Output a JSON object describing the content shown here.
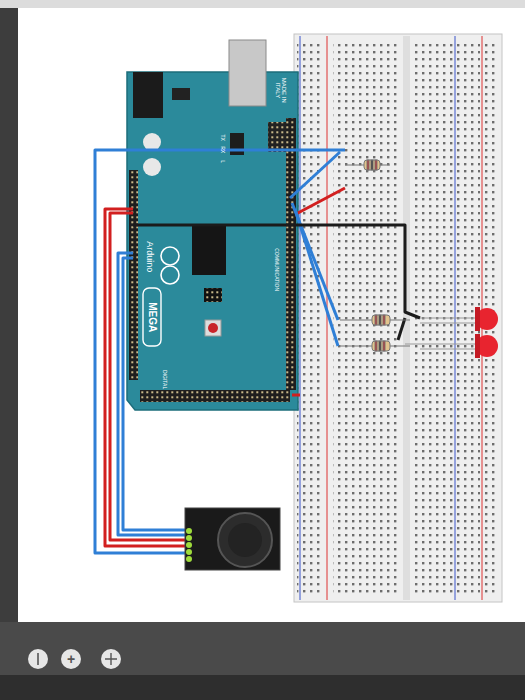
{
  "diagram": {
    "labels": [
      "MADE IN ITALY",
      "Arduino",
      "MEGA",
      "TX",
      "RX",
      "L",
      "DIGITAL",
      "COMMUNICATION",
      "+"
    ]
  }
}
